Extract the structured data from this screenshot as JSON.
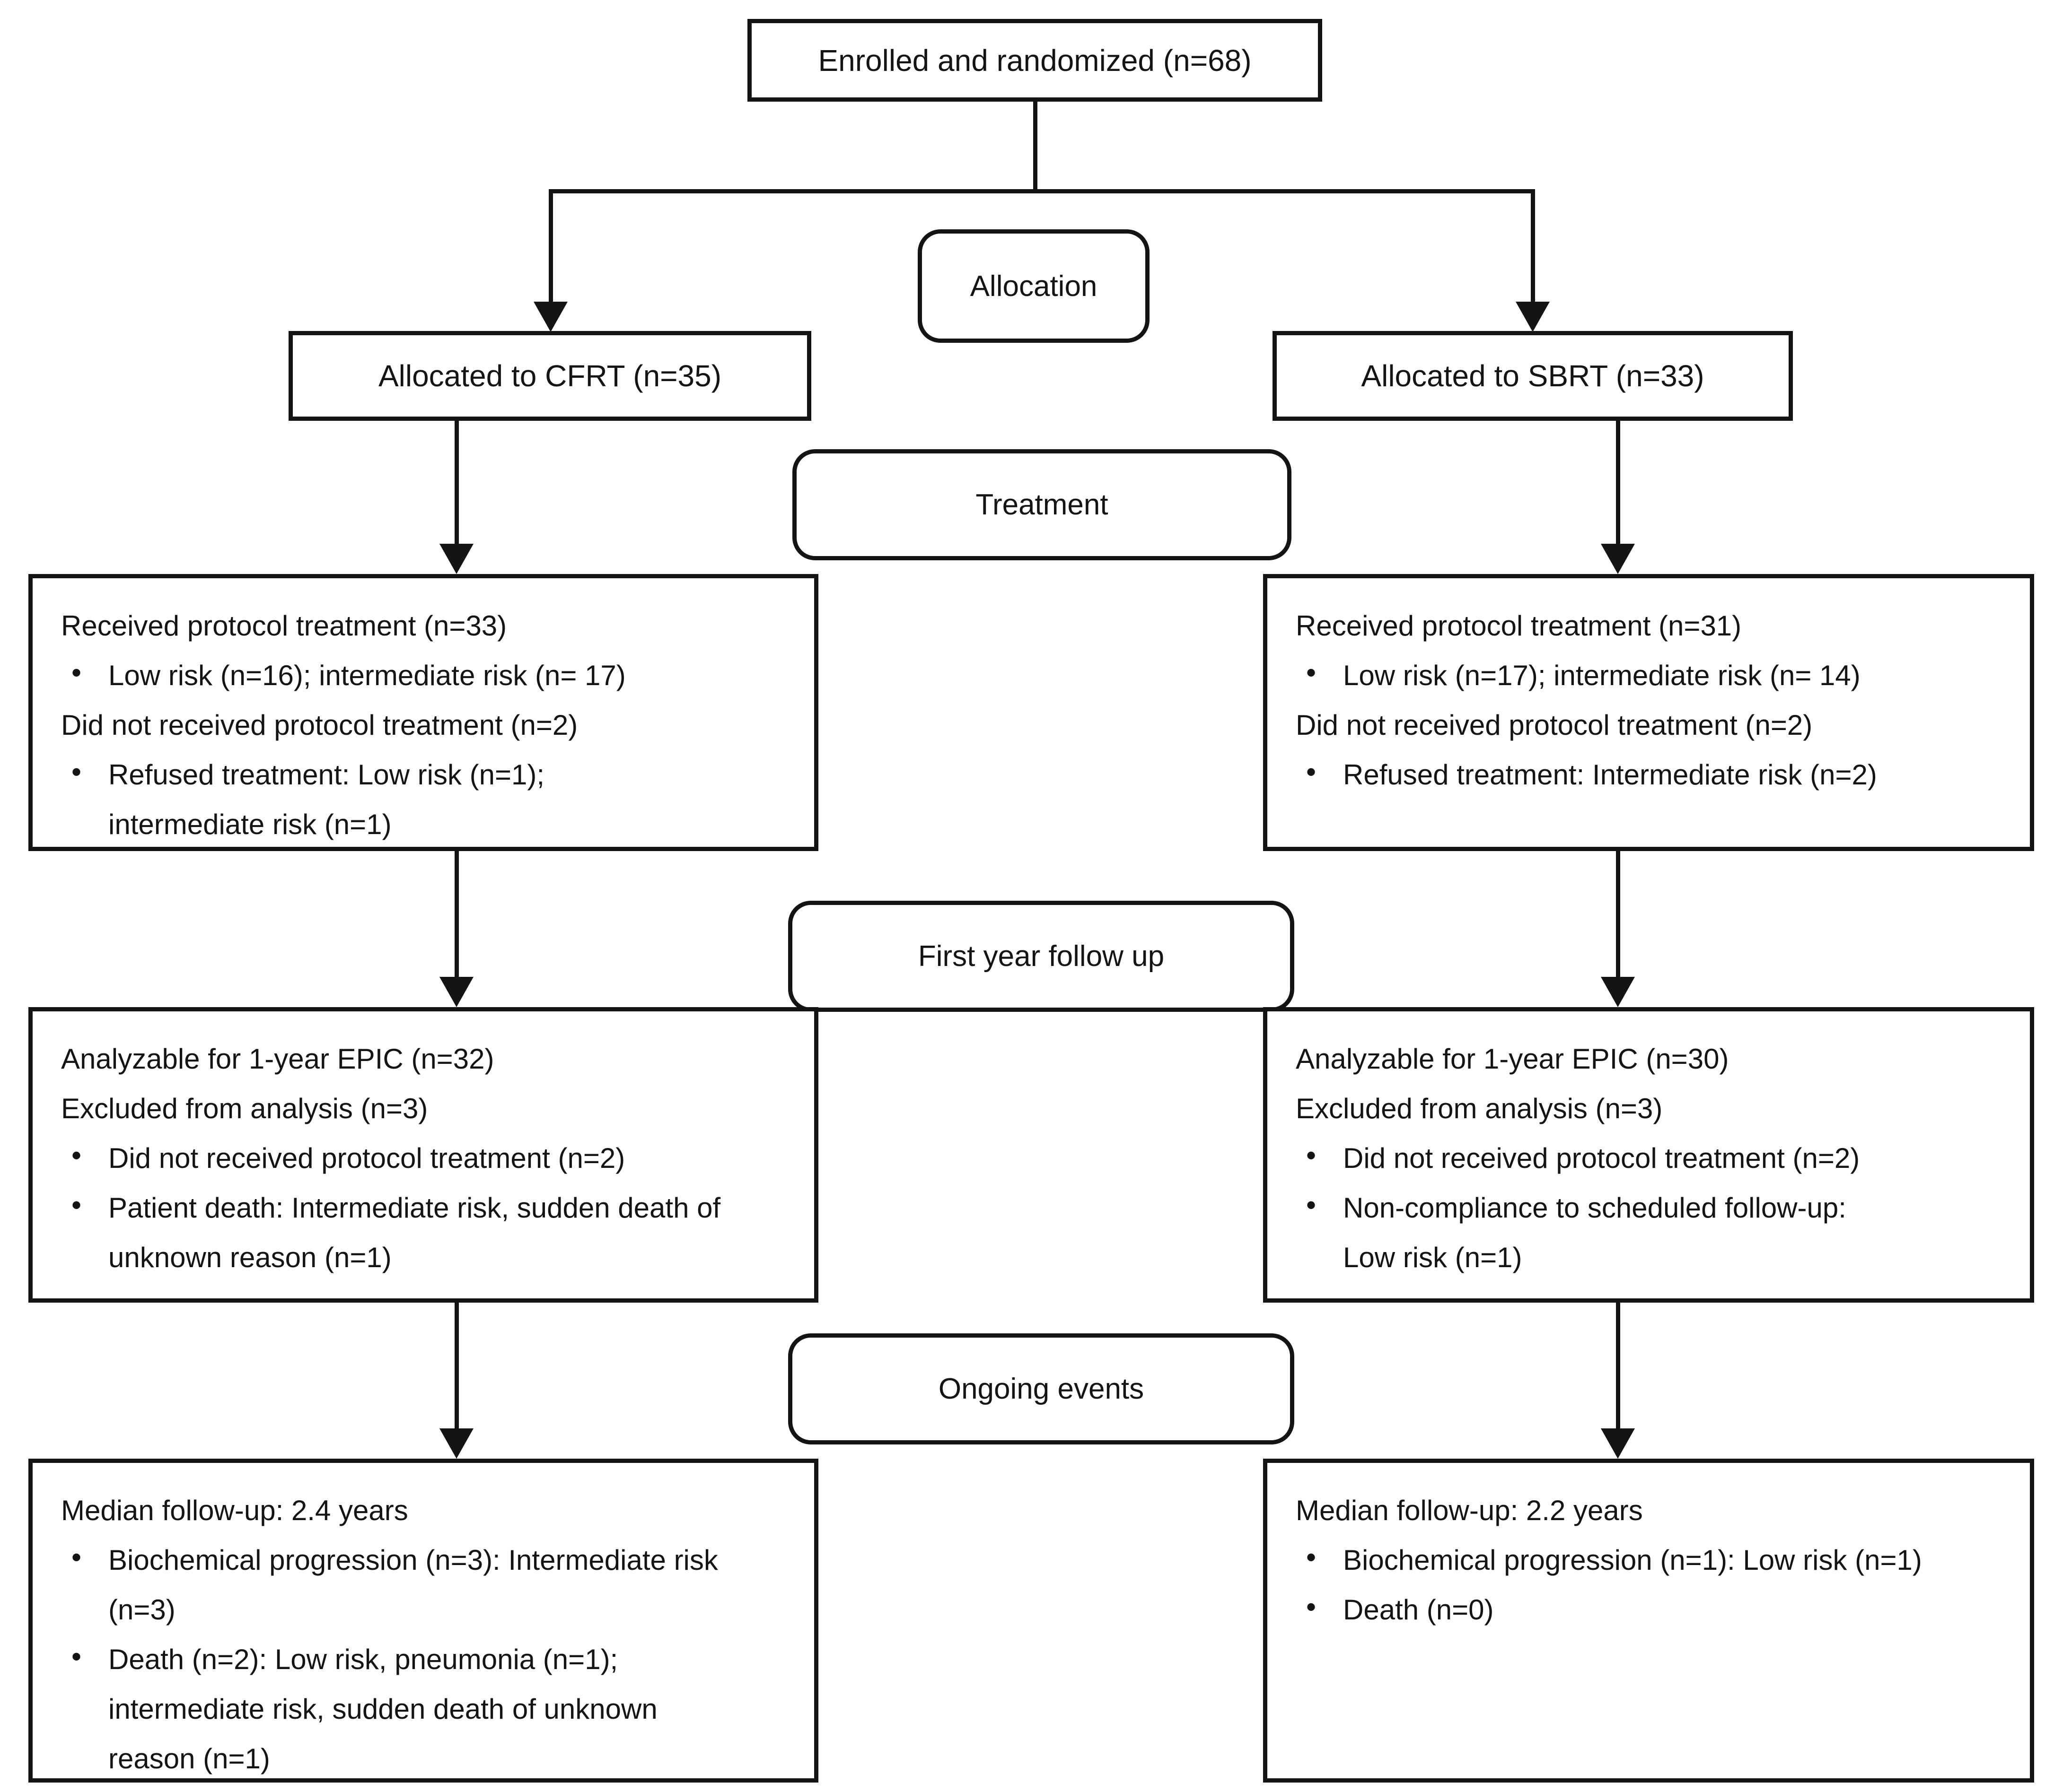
{
  "figure": {
    "bullet_char": "•",
    "colors": {
      "ink": "#141414",
      "background": "#ffffff"
    },
    "title_box": "Enrolled and randomized (n=68)",
    "stages": {
      "allocation": "Allocation",
      "treatment": "Treatment",
      "first_year_follow_up": "First year follow up",
      "ongoing_events": "Ongoing events"
    },
    "cfrt_arm": {
      "allocated_box": "Allocated to CFRT (n=35)",
      "treatment_box": [
        {
          "t": "plain",
          "text": "Received protocol treatment (n=33)"
        },
        {
          "t": "bullet",
          "text": "Low risk (n=16); intermediate risk (n= 17)"
        },
        {
          "t": "plain",
          "text": "Did not received protocol treatment (n=2)"
        },
        {
          "t": "bullet",
          "text": "Refused treatment: Low risk (n=1);"
        },
        {
          "t": "cont",
          "text": "intermediate risk (n=1)"
        }
      ],
      "first_year_box": [
        {
          "t": "plain",
          "text": "Analyzable for 1-year EPIC (n=32)"
        },
        {
          "t": "plain",
          "text": "Excluded from analysis (n=3)"
        },
        {
          "t": "bullet",
          "text": "Did not received protocol treatment (n=2)"
        },
        {
          "t": "bullet",
          "text": "Patient death: Intermediate risk, sudden death of"
        },
        {
          "t": "cont",
          "text": "unknown reason (n=1)"
        }
      ],
      "ongoing_box": [
        {
          "t": "plain",
          "text": "Median follow-up: 2.4 years"
        },
        {
          "t": "bullet",
          "text": "Biochemical progression (n=3): Intermediate risk"
        },
        {
          "t": "cont",
          "text": "(n=3)"
        },
        {
          "t": "bullet",
          "text": "Death (n=2): Low risk, pneumonia (n=1);"
        },
        {
          "t": "cont",
          "text": "intermediate risk, sudden death of unknown"
        },
        {
          "t": "cont",
          "text": "reason (n=1)"
        }
      ]
    },
    "sbrt_arm": {
      "allocated_box": "Allocated to SBRT (n=33)",
      "treatment_box": [
        {
          "t": "plain",
          "text": "Received protocol treatment (n=31)"
        },
        {
          "t": "bullet",
          "text": "Low risk (n=17); intermediate risk (n= 14)"
        },
        {
          "t": "plain",
          "text": "Did not received protocol treatment (n=2)"
        },
        {
          "t": "bullet",
          "text": "Refused treatment: Intermediate risk (n=2)"
        }
      ],
      "first_year_box": [
        {
          "t": "plain",
          "text": "Analyzable for 1-year EPIC (n=30)"
        },
        {
          "t": "plain",
          "text": "Excluded from analysis (n=3)"
        },
        {
          "t": "bullet",
          "text": "Did not received protocol treatment (n=2)"
        },
        {
          "t": "bullet",
          "text": "Non-compliance to scheduled follow-up:"
        },
        {
          "t": "cont",
          "text": "Low risk (n=1)"
        }
      ],
      "ongoing_box": [
        {
          "t": "plain",
          "text": "Median follow-up: 2.2 years"
        },
        {
          "t": "bullet",
          "text": "Biochemical progression (n=1): Low risk (n=1)"
        },
        {
          "t": "bullet",
          "text": "Death (n=0)"
        }
      ]
    }
  }
}
